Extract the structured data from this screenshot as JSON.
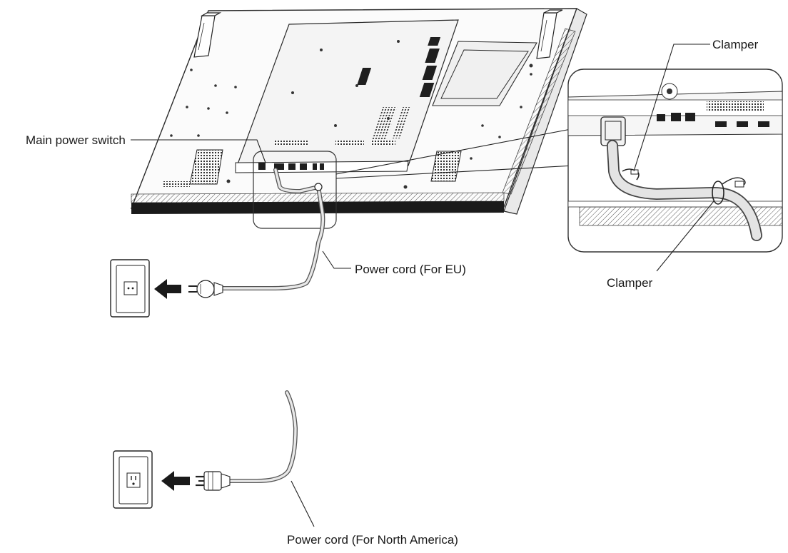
{
  "labels": {
    "main_power_switch": "Main power switch",
    "clamper_top": "Clamper",
    "clamper_bottom": "Clamper",
    "power_cord_eu": "Power cord (For EU)",
    "power_cord_na": "Power cord (For North America)"
  },
  "icons": {
    "arrow_eu": "left-arrow-icon",
    "arrow_na": "left-arrow-icon",
    "outlet_eu": "eu-wall-outlet-icon",
    "outlet_na": "na-wall-outlet-icon",
    "plug_eu": "eu-plug-icon",
    "plug_na": "na-plug-icon"
  }
}
